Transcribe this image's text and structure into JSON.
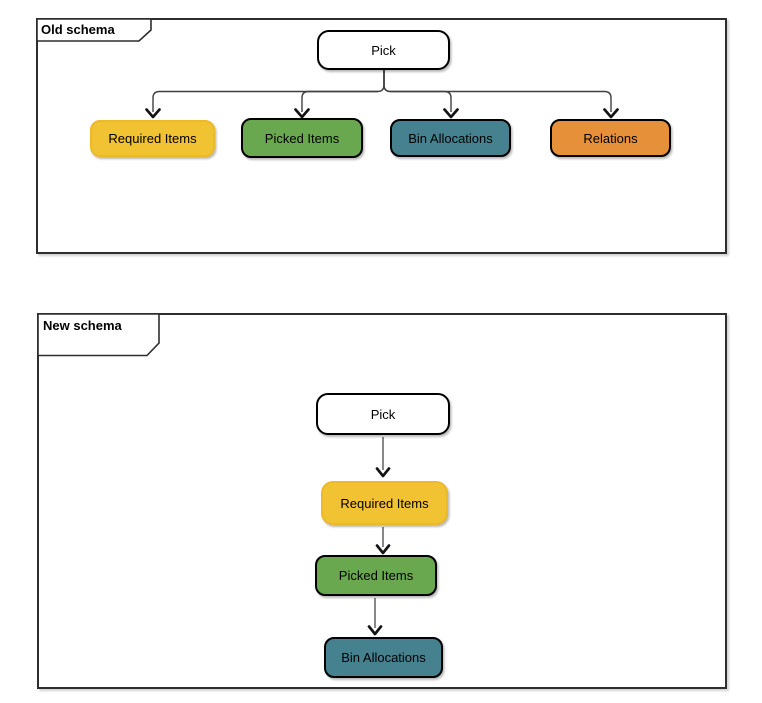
{
  "panels": {
    "old": {
      "label": "Old schema",
      "nodes": {
        "pick": {
          "label": "Pick",
          "fill": "#ffffff"
        },
        "required": {
          "label": "Required Items",
          "fill": "#f1c232"
        },
        "picked": {
          "label": "Picked Items",
          "fill": "#6aa84f"
        },
        "bin": {
          "label": "Bin Allocations",
          "fill": "#45818e"
        },
        "relations": {
          "label": "Relations",
          "fill": "#e6913a"
        }
      }
    },
    "new": {
      "label": "New schema",
      "nodes": {
        "pick": {
          "label": "Pick",
          "fill": "#ffffff"
        },
        "required": {
          "label": "Required Items",
          "fill": "#f1c232"
        },
        "picked": {
          "label": "Picked Items",
          "fill": "#6aa84f"
        },
        "bin": {
          "label": "Bin Allocations",
          "fill": "#45818e"
        }
      }
    }
  },
  "colors": {
    "yellow": "#f1c232",
    "green": "#6aa84f",
    "teal": "#45818e",
    "orange": "#e6913a",
    "node_border": "#000000",
    "frame_border": "#2e2e2e",
    "edge": "#404040"
  }
}
